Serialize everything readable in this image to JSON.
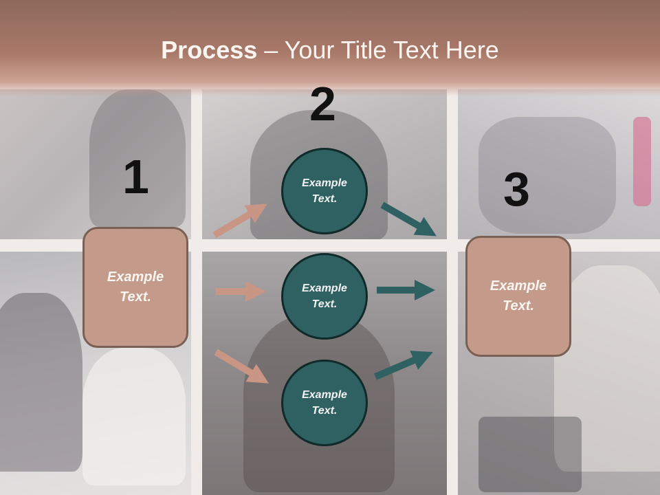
{
  "title": {
    "bold": "Process",
    "rest": " – Your Title Text Here"
  },
  "steps": {
    "one": "1",
    "two": "2",
    "three": "3"
  },
  "boxes": {
    "left": "Example Text.",
    "right": "Example Text."
  },
  "circles": {
    "top": "Example Text.",
    "middle": "Example Text.",
    "bottom": "Example Text."
  },
  "colors": {
    "title_band": "#a87868",
    "box_fill": "#c49b8a",
    "circle_fill": "#2f6163",
    "arrow_warm": "#c99585",
    "arrow_teal": "#2f6163"
  }
}
